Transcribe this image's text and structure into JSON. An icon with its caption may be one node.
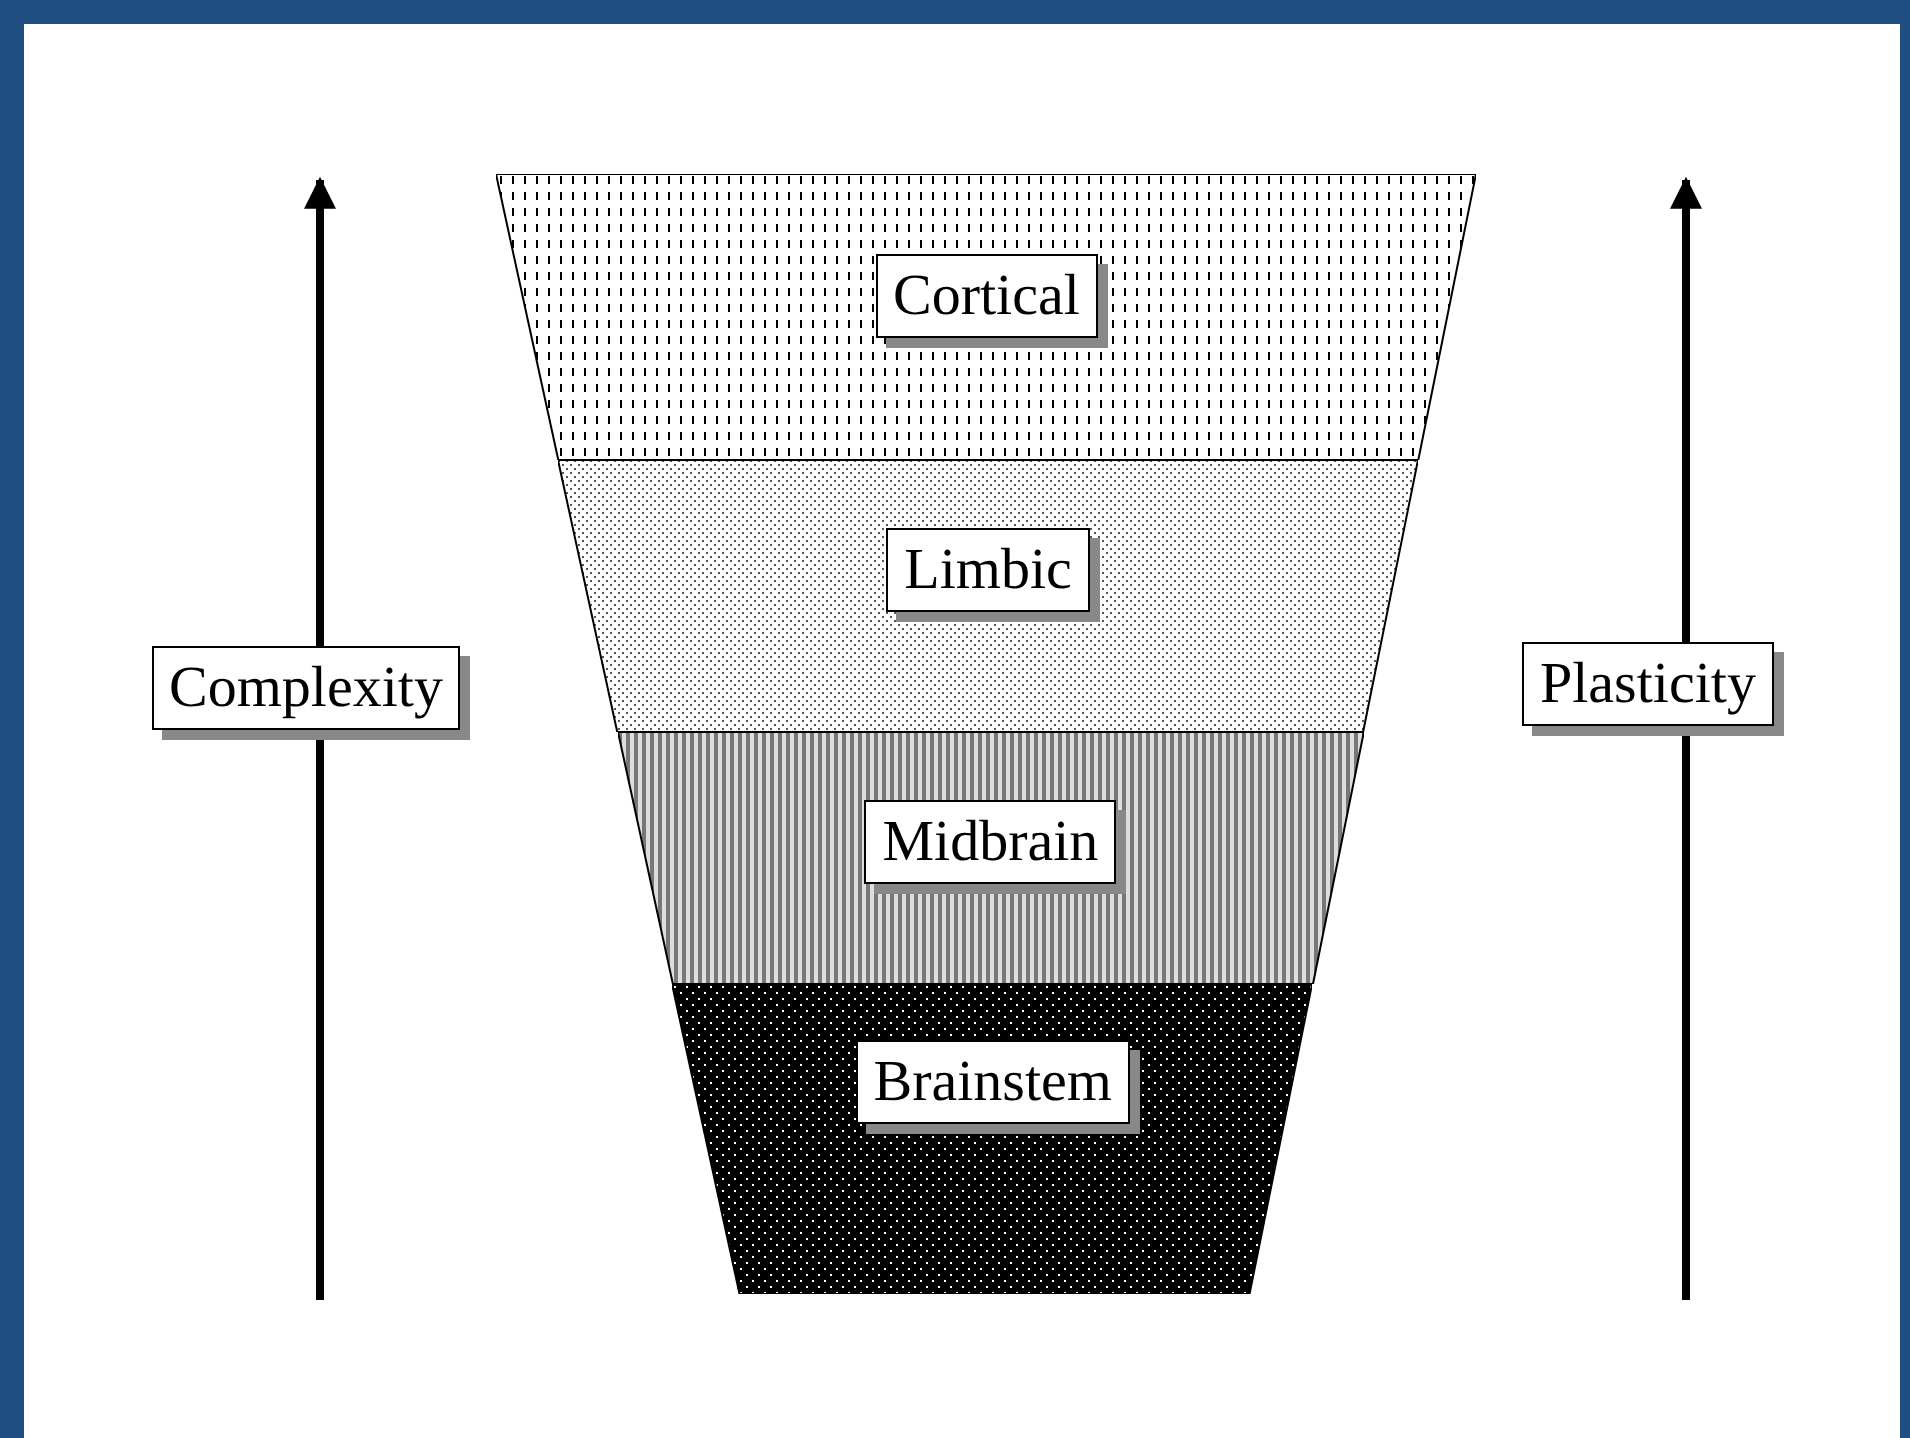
{
  "diagram": {
    "nodes": [
      {
        "text": [
          "Cortical"
        ]
      },
      {
        "text": [
          "Limbic"
        ]
      },
      {
        "text": [
          "Midbrain"
        ]
      },
      {
        "text": [
          "Brainstem"
        ]
      },
      {
        "text": [
          "Complexity"
        ]
      },
      {
        "text": [
          "Plasticity"
        ]
      }
    ]
  }
}
